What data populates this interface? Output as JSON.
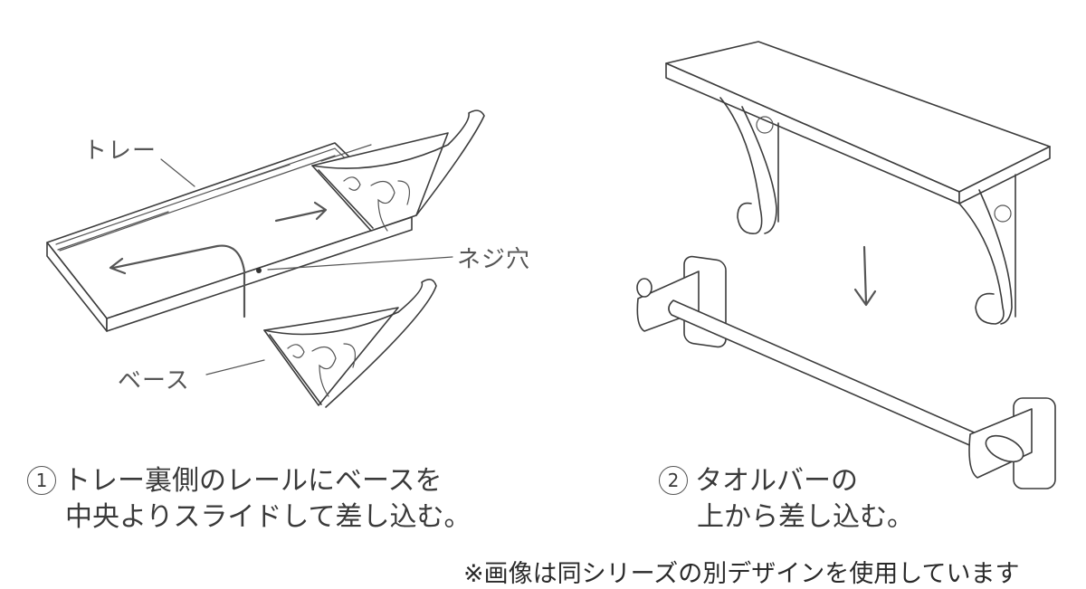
{
  "labels": {
    "tray": "トレー",
    "screw_hole": "ネジ穴",
    "base": "ベース"
  },
  "steps": [
    {
      "number": "1",
      "line1": "トレー裏側のレールにベースを",
      "line2": "中央よりスライドして差し込む。"
    },
    {
      "number": "2",
      "line1": "タオルバーの",
      "line2": "上から差し込む。"
    }
  ],
  "note": "※画像は同シリーズの別デザインを使用しています",
  "colors": {
    "background": "#ffffff",
    "line": "#3c3c3c",
    "text": "#3a3a3a"
  }
}
